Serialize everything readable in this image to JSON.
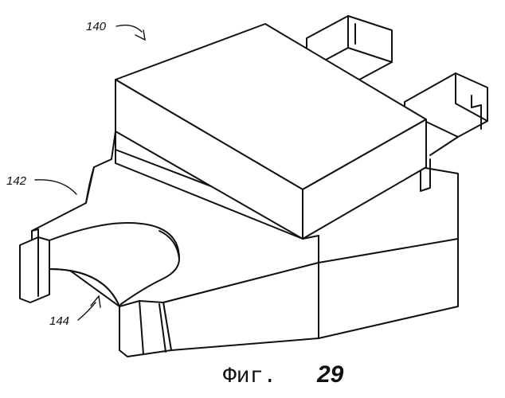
{
  "figure": {
    "labels": {
      "ref_140": "140",
      "ref_142": "142",
      "ref_144": "144"
    },
    "caption": {
      "word": "Фиг.",
      "number": "29"
    }
  }
}
